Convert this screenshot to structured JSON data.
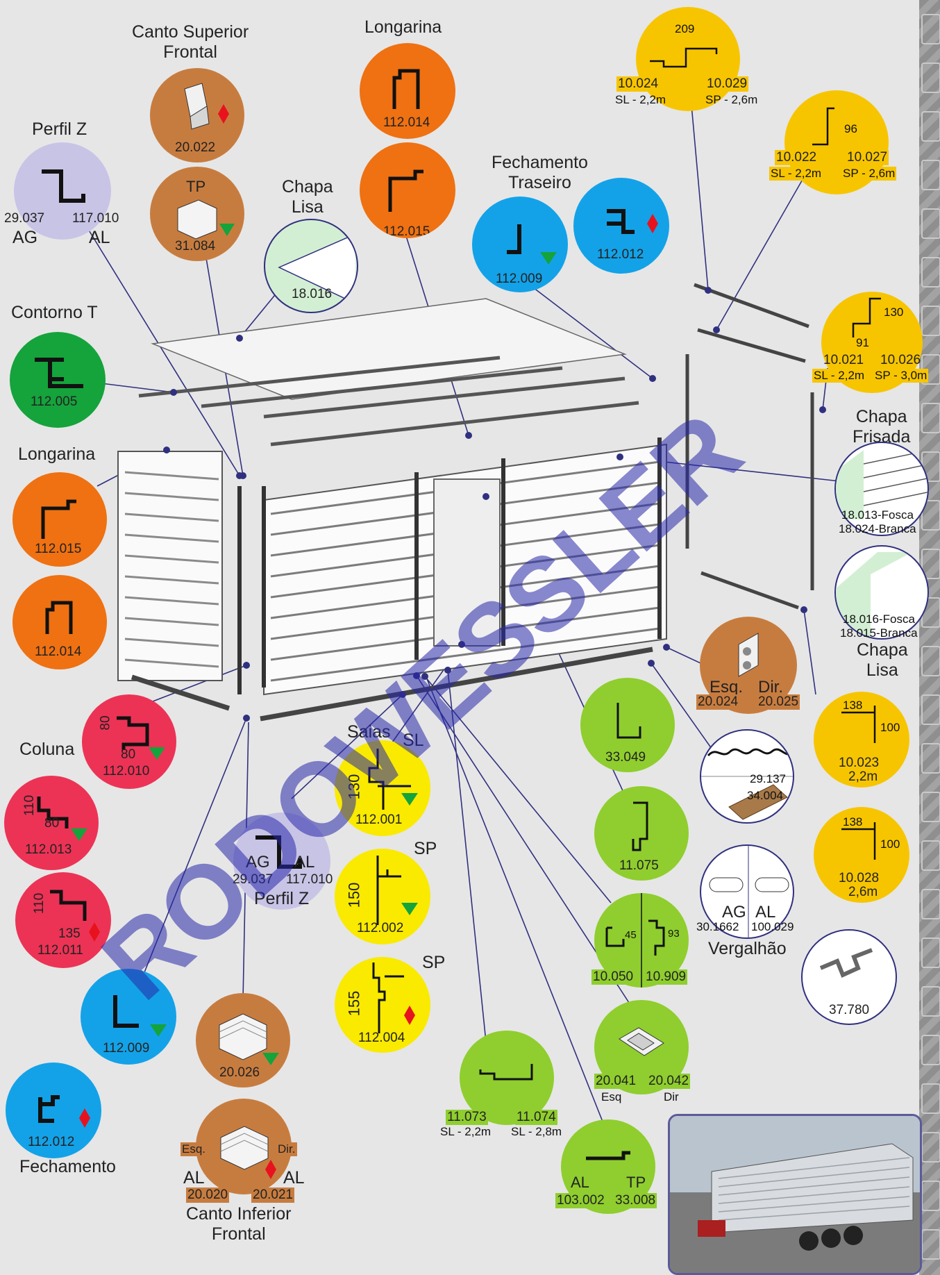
{
  "watermark": "RODOWESSLER",
  "headings": {
    "canto_superior": "Canto Superior\nFrontal",
    "longarina_top": "Longarina",
    "perfil_z_top": "Perfil Z",
    "chapa_lisa_top": "Chapa\nLisa",
    "fechamento_traseiro": "Fechamento\nTraseiro",
    "contorno_t": "Contorno T",
    "longarina_left": "Longarina",
    "coluna": "Coluna",
    "saias": "Saias",
    "perfil_z_mid": "Perfil Z",
    "fechamento": "Fechamento",
    "canto_inferior": "Canto Inferior\nFrontal",
    "chapa_frisada": "Chapa\nFrisada",
    "chapa_lisa_right": "Chapa\nLisa",
    "vergalhao": "Vergalhão"
  },
  "parts": {
    "canto_sup_20022": "20.022",
    "canto_sup_tp": "TP",
    "canto_sup_31084": "31.084",
    "longarina_112014_top": "112.014",
    "longarina_112015_top": "112.015",
    "perfil_z_29037": "29.037",
    "perfil_z_117010": "117.010",
    "perfil_z_ag": "AG",
    "perfil_z_al": "AL",
    "chapa_lisa_18016": "18.016",
    "fech_tras_112009": "112.009",
    "fech_tras_112012": "112.012",
    "contorno_112005": "112.005",
    "longarina_left_112015": "112.015",
    "longarina_left_112014": "112.014",
    "coluna_112010": "112.010",
    "coluna_112010_h": "80",
    "coluna_112010_w": "80",
    "coluna_112013": "112.013",
    "coluna_112013_h": "110",
    "coluna_112013_w": "80",
    "coluna_112011": "112.011",
    "coluna_112011_h": "110",
    "coluna_112011_w": "135",
    "fechamento_112009": "112.009",
    "fechamento_112012": "112.012",
    "pz_mid_ag": "AG",
    "pz_mid_al": "AL",
    "pz_mid_29037": "29.037",
    "pz_mid_117010": "117.010",
    "saia_sl": "SL",
    "saia_112001": "112.001",
    "saia_112001_dim": "130",
    "saia_sp1": "SP",
    "saia_112002": "112.002",
    "saia_112002_dim": "150",
    "saia_sp2": "SP",
    "saia_112004": "112.004",
    "saia_112004_dim": "155",
    "canto_inf_20026": "20.026",
    "canto_inf_esq": "Esq.",
    "canto_inf_dir": "Dir.",
    "canto_inf_al1": "AL",
    "canto_inf_al2": "AL",
    "canto_inf_20020": "20.020",
    "canto_inf_20021": "20.021",
    "top_209": "209",
    "top_10024": "10.024",
    "top_10029": "10.029",
    "top_sl22": "SL - 2,2m",
    "top_sp26": "SP - 2,6m",
    "r2_96": "96",
    "r2_10022": "10.022",
    "r2_10027": "10.027",
    "r2_sl22": "SL - 2,2m",
    "r2_sp26": "SP - 2,6m",
    "r3_130": "130",
    "r3_91": "91",
    "r3_10021": "10.021",
    "r3_10026": "10.026",
    "r3_sl22": "SL - 2,2m",
    "r3_sp30": "SP - 3,0m",
    "frisada_fosca": "18.013-Fosca",
    "frisada_branca": "18.024-Branca",
    "lisa_fosca": "18.016-Fosca",
    "lisa_branca": "18.015-Branca",
    "esq": "Esq.",
    "dir": "Dir.",
    "p20024": "20.024",
    "p20025": "20.025",
    "r4_138": "138",
    "r4_100": "100",
    "r4_10023": "10.023",
    "r4_22m": "2,2m",
    "r5_138": "138",
    "r5_100": "100",
    "r5_10028": "10.028",
    "r5_26m": "2,6m",
    "p33049": "33.049",
    "p11075": "11.075",
    "p10050": "10.050",
    "p10050_dim": "45",
    "p10909": "10.909",
    "p10909_dim": "93",
    "p29137": "29.137",
    "p34004": "34.004",
    "verg_ag": "AG",
    "verg_al": "AL",
    "verg_30": "30.1662",
    "verg_100": "100.029",
    "p37780": "37.780",
    "p20041": "20.041",
    "p20042": "20.042",
    "p20041_esq": "Esq",
    "p20042_dir": "Dir",
    "p11073": "11.073",
    "p11074": "11.074",
    "p11073_sl": "SL - 2,2m",
    "p11074_sl": "SL - 2,8m",
    "p103002_al": "AL",
    "p33008_tp": "TP",
    "p103002": "103.002",
    "p33008": "33.008"
  },
  "colors": {
    "orange": "#ef7112",
    "brown": "#c77c3f",
    "purple": "#c8c4e6",
    "green_dark": "#15a33c",
    "blue": "#13a2e8",
    "red": "#ec3355",
    "yellow": "#f9ea00",
    "gold": "#f7c500",
    "lime": "#8fce2e",
    "mint": "#d3efd3",
    "white": "#ffffff",
    "line": "#303080"
  }
}
